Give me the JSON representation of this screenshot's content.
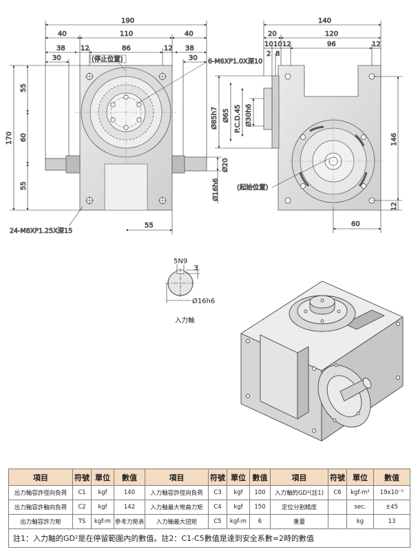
{
  "drawing": {
    "front_view": {
      "dims_top": [
        "190",
        "110",
        "40",
        "40",
        "38",
        "12",
        "86",
        "12",
        "38",
        "30",
        "30"
      ],
      "stop_position": "(停止位置)",
      "thread_note_top": "6-M6XP1.0X深10",
      "dims_left": [
        "170",
        "55",
        "60",
        "55"
      ],
      "dim_bottom": "55",
      "dims_right": [
        "Ø20",
        "Ø16h6"
      ],
      "thread_note_bottom": "24-M8XP1.25X深15"
    },
    "side_view": {
      "dims_top": [
        "140",
        "20",
        "120",
        "10",
        "10",
        "12",
        "96",
        "12",
        "2",
        "8"
      ],
      "dims_left": [
        "Ø85h7",
        "Ø65",
        "P.C.D.45",
        "Ø30h6"
      ],
      "start_position": "(起始位置)",
      "dims_right": [
        "146",
        "12"
      ],
      "dim_bottom": "60"
    },
    "shaft_detail": {
      "keyway": "5N9",
      "depth": "3",
      "diameter": "Ø16h6",
      "caption": "入力軸"
    }
  },
  "spec_table": {
    "headers": [
      "項目",
      "符號",
      "單位",
      "數值",
      "項目",
      "符號",
      "單位",
      "數值",
      "項目",
      "符號",
      "單位",
      "數值"
    ],
    "rows": [
      [
        "出力軸容許徑向負荷",
        "C1",
        "kgf",
        "140",
        "入力軸容許徑向負荷",
        "C3",
        "kgf",
        "100",
        "入力軸的GD²(註1)",
        "C6",
        "kgf-m²",
        "19x10⁻⁵"
      ],
      [
        "出力軸容許軸向負荷",
        "C2",
        "kgf",
        "142",
        "入力軸最大彎曲力矩",
        "C4",
        "kgf",
        "150",
        "定位分割精度",
        "",
        "sec.",
        "±45"
      ],
      [
        "出力軸容許力矩",
        "TS",
        "kgf-m",
        "參考力矩表",
        "入力軸最大扭矩",
        "C5",
        "kgf-m",
        "6",
        "重量",
        "",
        "kg",
        "13"
      ]
    ],
    "note": "註1：入力軸的GD²是在停留範圍內的數值。註2：C1-C5數值是達到安全系數=2時的數值"
  }
}
